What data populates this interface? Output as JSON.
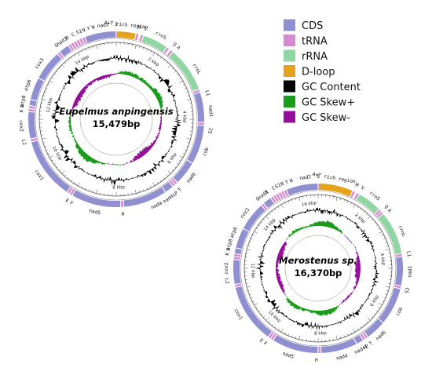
{
  "colors": {
    "CDS": "#8f8fd1",
    "tRNA": "#d58ad0",
    "rRNA": "#8fd6a3",
    "D-loop": "#e7a21b",
    "GC Content": "#000000",
    "GC Skew+": "#1a9b1a",
    "GC Skew-": "#950f9b"
  },
  "legend": [
    {
      "key": "CDS",
      "label": "CDS"
    },
    {
      "key": "tRNA",
      "label": "tRNA"
    },
    {
      "key": "rRNA",
      "label": "rRNA"
    },
    {
      "key": "D-loop",
      "label": "D-loop"
    },
    {
      "key": "GC Content",
      "label": "GC Content"
    },
    {
      "key": "GC Skew+",
      "label": "GC Skew+"
    },
    {
      "key": "GC Skew-",
      "label": "GC Skew-"
    }
  ],
  "maps": [
    {
      "id": "eupelmus",
      "species": "Eupelmus anpingensis",
      "size_label": "15,479bp",
      "kbp_ticks": [
        {
          "label": "2 kbp",
          "angle": 33
        },
        {
          "label": "4 kbp",
          "angle": 88
        },
        {
          "label": "6 kbp",
          "angle": 125
        },
        {
          "label": "8 kbp",
          "angle": 178
        },
        {
          "label": "10 kbp",
          "angle": 240
        },
        {
          "label": "12 kbp",
          "angle": 282
        },
        {
          "label": "14 kbp",
          "angle": 330
        }
      ],
      "features": [
        {
          "name": "A+T rich region",
          "type": "D-loop",
          "start": 0,
          "end": 13,
          "label_angle": 6
        },
        {
          "name": "I",
          "type": "tRNA",
          "start": 0,
          "end": 1,
          "label_angle": 0
        },
        {
          "name": "M",
          "type": "tRNA",
          "start": 13,
          "end": 15,
          "label_angle": 14
        },
        {
          "name": "V",
          "type": "tRNA",
          "start": 16,
          "end": 18,
          "label_angle": 18
        },
        {
          "name": "rrnS",
          "type": "rRNA",
          "start": 18,
          "end": 35,
          "label_angle": 28
        },
        {
          "name": "Q",
          "type": "tRNA",
          "start": 35,
          "end": 37,
          "label_angle": 38
        },
        {
          "name": "A",
          "type": "tRNA",
          "start": 38,
          "end": 40,
          "label_angle": 41
        },
        {
          "name": "rrnL",
          "type": "rRNA",
          "start": 40,
          "end": 70,
          "label_angle": 58
        },
        {
          "name": "L1",
          "type": "tRNA",
          "start": 70,
          "end": 72,
          "label_angle": 74
        },
        {
          "name": "nad1",
          "type": "CDS",
          "start": 72,
          "end": 92,
          "label_angle": 85
        },
        {
          "name": "S2",
          "type": "tRNA",
          "start": 92,
          "end": 94,
          "label_angle": 97
        },
        {
          "name": "cob",
          "type": "CDS",
          "start": 94,
          "end": 120,
          "label_angle": 110
        },
        {
          "name": "nad6",
          "type": "CDS",
          "start": 120,
          "end": 136,
          "label_angle": 128
        },
        {
          "name": "T",
          "type": "tRNA",
          "start": 136,
          "end": 138,
          "label_angle": 138
        },
        {
          "name": "P",
          "type": "tRNA",
          "start": 138,
          "end": 140,
          "label_angle": 141
        },
        {
          "name": "nad4L",
          "type": "CDS",
          "start": 140,
          "end": 146,
          "label_angle": 146
        },
        {
          "name": "nad4",
          "type": "CDS",
          "start": 146,
          "end": 175,
          "label_angle": 155
        },
        {
          "name": "H",
          "type": "tRNA",
          "start": 175,
          "end": 177,
          "label_angle": 176
        },
        {
          "name": "nad5",
          "type": "CDS",
          "start": 177,
          "end": 210,
          "label_angle": 193
        },
        {
          "name": "F",
          "type": "tRNA",
          "start": 210,
          "end": 212,
          "label_angle": 208
        },
        {
          "name": "E",
          "type": "tRNA",
          "start": 212,
          "end": 214,
          "label_angle": 211
        },
        {
          "name": "cox1",
          "type": "CDS",
          "start": 214,
          "end": 255,
          "label_angle": 234
        },
        {
          "name": "L2",
          "type": "tRNA",
          "start": 255,
          "end": 257,
          "label_angle": 256
        },
        {
          "name": "cox2",
          "type": "CDS",
          "start": 257,
          "end": 275,
          "label_angle": 266
        },
        {
          "name": "K",
          "type": "tRNA",
          "start": 275,
          "end": 277,
          "label_angle": 275
        },
        {
          "name": "D",
          "type": "tRNA",
          "start": 277,
          "end": 279,
          "label_angle": 278
        },
        {
          "name": "atp8",
          "type": "CDS",
          "start": 279,
          "end": 283,
          "label_angle": 281
        },
        {
          "name": "atp6",
          "type": "CDS",
          "start": 283,
          "end": 298,
          "label_angle": 291
        },
        {
          "name": "cox3",
          "type": "CDS",
          "start": 298,
          "end": 318,
          "label_angle": 306
        },
        {
          "name": "G",
          "type": "tRNA",
          "start": 318,
          "end": 320,
          "label_angle": 321
        },
        {
          "name": "nad3",
          "type": "CDS",
          "start": 320,
          "end": 327,
          "label_angle": 325
        },
        {
          "name": "R",
          "type": "tRNA",
          "start": 327,
          "end": 329,
          "label_angle": 329
        },
        {
          "name": "C",
          "type": "tRNA",
          "start": 329,
          "end": 331,
          "label_angle": 333
        },
        {
          "name": "S1",
          "type": "tRNA",
          "start": 331,
          "end": 333,
          "label_angle": 337
        },
        {
          "name": "N",
          "type": "tRNA",
          "start": 333,
          "end": 335,
          "label_angle": 340
        },
        {
          "name": "Y",
          "type": "tRNA",
          "start": 335,
          "end": 337,
          "label_angle": 343
        },
        {
          "name": "W",
          "type": "tRNA",
          "start": 337,
          "end": 339,
          "label_angle": 346
        },
        {
          "name": "nad2",
          "type": "CDS",
          "start": 339,
          "end": 360,
          "label_angle": 352
        }
      ]
    },
    {
      "id": "merostenus",
      "species": "Merostenus sp.",
      "size_label": "16,370bp",
      "kbp_ticks": [
        {
          "label": "2 kbp",
          "angle": 40
        },
        {
          "label": "4 kbp",
          "angle": 82
        },
        {
          "label": "6 kbp",
          "angle": 120
        },
        {
          "label": "8 kbp",
          "angle": 178
        },
        {
          "label": "10 kbp",
          "angle": 222
        },
        {
          "label": "12 kbp",
          "angle": 268
        },
        {
          "label": "14 kbp",
          "angle": 312
        },
        {
          "label": "16 kbp",
          "angle": 352
        }
      ],
      "features": [
        {
          "name": "A+T rich region",
          "type": "D-loop",
          "start": 0,
          "end": 24,
          "label_angle": 10
        },
        {
          "name": "I",
          "type": "tRNA",
          "start": 0,
          "end": 1,
          "label_angle": 0
        },
        {
          "name": "M",
          "type": "tRNA",
          "start": 24,
          "end": 26,
          "label_angle": 25
        },
        {
          "name": "V",
          "type": "tRNA",
          "start": 27,
          "end": 29,
          "label_angle": 29
        },
        {
          "name": "rrnS",
          "type": "rRNA",
          "start": 29,
          "end": 46,
          "label_angle": 38
        },
        {
          "name": "Q",
          "type": "tRNA",
          "start": 46,
          "end": 48,
          "label_angle": 48
        },
        {
          "name": "A",
          "type": "tRNA",
          "start": 48,
          "end": 50,
          "label_angle": 51
        },
        {
          "name": "rrnL",
          "type": "rRNA",
          "start": 50,
          "end": 80,
          "label_angle": 66
        },
        {
          "name": "L1",
          "type": "tRNA",
          "start": 80,
          "end": 82,
          "label_angle": 81
        },
        {
          "name": "nad1",
          "type": "CDS",
          "start": 82,
          "end": 102,
          "label_angle": 92
        },
        {
          "name": "S2",
          "type": "tRNA",
          "start": 102,
          "end": 104,
          "label_angle": 104
        },
        {
          "name": "cob",
          "type": "CDS",
          "start": 104,
          "end": 130,
          "label_angle": 118
        },
        {
          "name": "nad6",
          "type": "CDS",
          "start": 130,
          "end": 144,
          "label_angle": 137
        },
        {
          "name": "T",
          "type": "tRNA",
          "start": 144,
          "end": 146,
          "label_angle": 145
        },
        {
          "name": "P",
          "type": "tRNA",
          "start": 146,
          "end": 148,
          "label_angle": 148
        },
        {
          "name": "nad4L",
          "type": "CDS",
          "start": 148,
          "end": 153,
          "label_angle": 152
        },
        {
          "name": "nad4",
          "type": "CDS",
          "start": 153,
          "end": 178,
          "label_angle": 165
        },
        {
          "name": "H",
          "type": "tRNA",
          "start": 178,
          "end": 180,
          "label_angle": 181
        },
        {
          "name": "nad5",
          "type": "CDS",
          "start": 180,
          "end": 212,
          "label_angle": 199
        },
        {
          "name": "F",
          "type": "tRNA",
          "start": 212,
          "end": 214,
          "label_angle": 215
        },
        {
          "name": "E",
          "type": "tRNA",
          "start": 214,
          "end": 216,
          "label_angle": 218
        },
        {
          "name": "cox1",
          "type": "CDS",
          "start": 216,
          "end": 257,
          "label_angle": 240
        },
        {
          "name": "L2",
          "type": "tRNA",
          "start": 257,
          "end": 259,
          "label_angle": 262
        },
        {
          "name": "cox2",
          "type": "CDS",
          "start": 259,
          "end": 276,
          "label_angle": 270
        },
        {
          "name": "K",
          "type": "tRNA",
          "start": 276,
          "end": 278,
          "label_angle": 279
        },
        {
          "name": "D",
          "type": "tRNA",
          "start": 278,
          "end": 280,
          "label_angle": 282
        },
        {
          "name": "atp8",
          "type": "CDS",
          "start": 280,
          "end": 284,
          "label_angle": 285
        },
        {
          "name": "atp6",
          "type": "CDS",
          "start": 284,
          "end": 298,
          "label_angle": 293
        },
        {
          "name": "cox3",
          "type": "CDS",
          "start": 298,
          "end": 318,
          "label_angle": 307
        },
        {
          "name": "G",
          "type": "tRNA",
          "start": 318,
          "end": 320,
          "label_angle": 319
        },
        {
          "name": "nad3",
          "type": "CDS",
          "start": 320,
          "end": 326,
          "label_angle": 323
        },
        {
          "name": "R",
          "type": "tRNA",
          "start": 326,
          "end": 328,
          "label_angle": 326
        },
        {
          "name": "C",
          "type": "tRNA",
          "start": 328,
          "end": 330,
          "label_angle": 331
        },
        {
          "name": "S1",
          "type": "tRNA",
          "start": 330,
          "end": 332,
          "label_angle": 334
        },
        {
          "name": "N",
          "type": "tRNA",
          "start": 332,
          "end": 334,
          "label_angle": 337
        },
        {
          "name": "Y",
          "type": "tRNA",
          "start": 334,
          "end": 336,
          "label_angle": 340
        },
        {
          "name": "W",
          "type": "tRNA",
          "start": 336,
          "end": 338,
          "label_angle": 343
        },
        {
          "name": "nad2",
          "type": "CDS",
          "start": 338,
          "end": 360,
          "label_angle": 352
        }
      ]
    }
  ]
}
